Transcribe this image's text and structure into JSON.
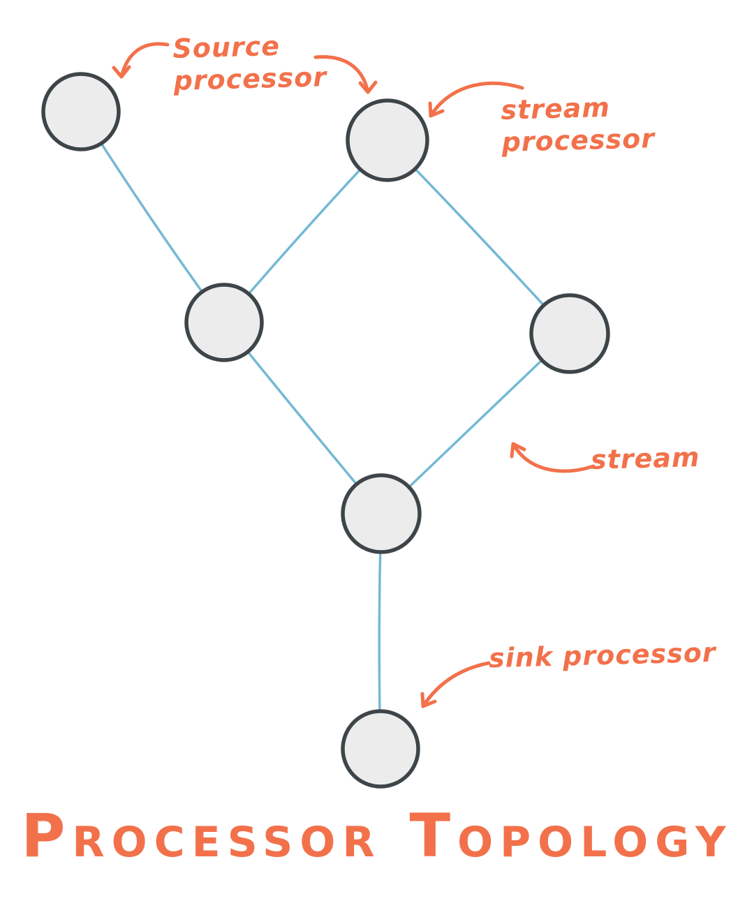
{
  "diagram": {
    "title": "Processor Topology",
    "colors": {
      "accent": "#F2714B",
      "edge": "#74B9D5",
      "node_fill": "#ECECEC",
      "node_stroke": "#3E4549",
      "background": "#FFFFFF"
    },
    "annotations": {
      "source_processor": {
        "line1": "Source",
        "line2": "processor"
      },
      "stream_processor": {
        "line1": "stream",
        "line2": "processor"
      },
      "stream": {
        "label": "stream"
      },
      "sink_processor": {
        "label": "sink processor"
      }
    },
    "graph": {
      "nodes": [
        {
          "id": "top-left",
          "annotated_as": "source processor"
        },
        {
          "id": "top-center",
          "annotated_as": "stream processor"
        },
        {
          "id": "mid-left",
          "annotated_as": ""
        },
        {
          "id": "mid-right",
          "annotated_as": ""
        },
        {
          "id": "center",
          "annotated_as": ""
        },
        {
          "id": "bottom",
          "annotated_as": "sink processor"
        }
      ],
      "edges": [
        [
          "top-left",
          "mid-left"
        ],
        [
          "top-center",
          "mid-left"
        ],
        [
          "top-center",
          "mid-right"
        ],
        [
          "mid-left",
          "center"
        ],
        [
          "mid-right",
          "center"
        ],
        [
          "center",
          "bottom"
        ]
      ],
      "edges_annotated_as": "stream"
    }
  }
}
